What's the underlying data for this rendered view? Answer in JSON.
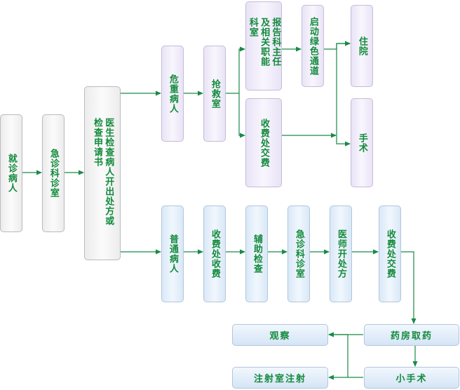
{
  "nodes": {
    "jiuzhen": "就诊病人",
    "jizhenke": "急诊科诊室",
    "yisheng": "医生检查病人开出处方或检查申请书",
    "weizhong": "危重病人",
    "qiangjiu": "抢救室",
    "baogao": "报告科主任及相关职能科室",
    "qidong": "启动绿色通道",
    "zhuyuan": "住院",
    "shoufei_jiao_top": "收费处交费",
    "shoushu": "手术",
    "putong": "普通病人",
    "shoufei_shou": "收费处收费",
    "fuzhu": "辅助检查",
    "jizhen_ks": "急诊科诊室",
    "yishi": "医师开处方",
    "shoufei_jiao_bottom": "收费处交费",
    "yaofang": "药房取药",
    "guancha": "观察",
    "xiaoshoushu": "小手术",
    "zhushe": "注射室注射"
  },
  "colors": {
    "arrow": "#1a8a48",
    "text": "#138a3c"
  }
}
